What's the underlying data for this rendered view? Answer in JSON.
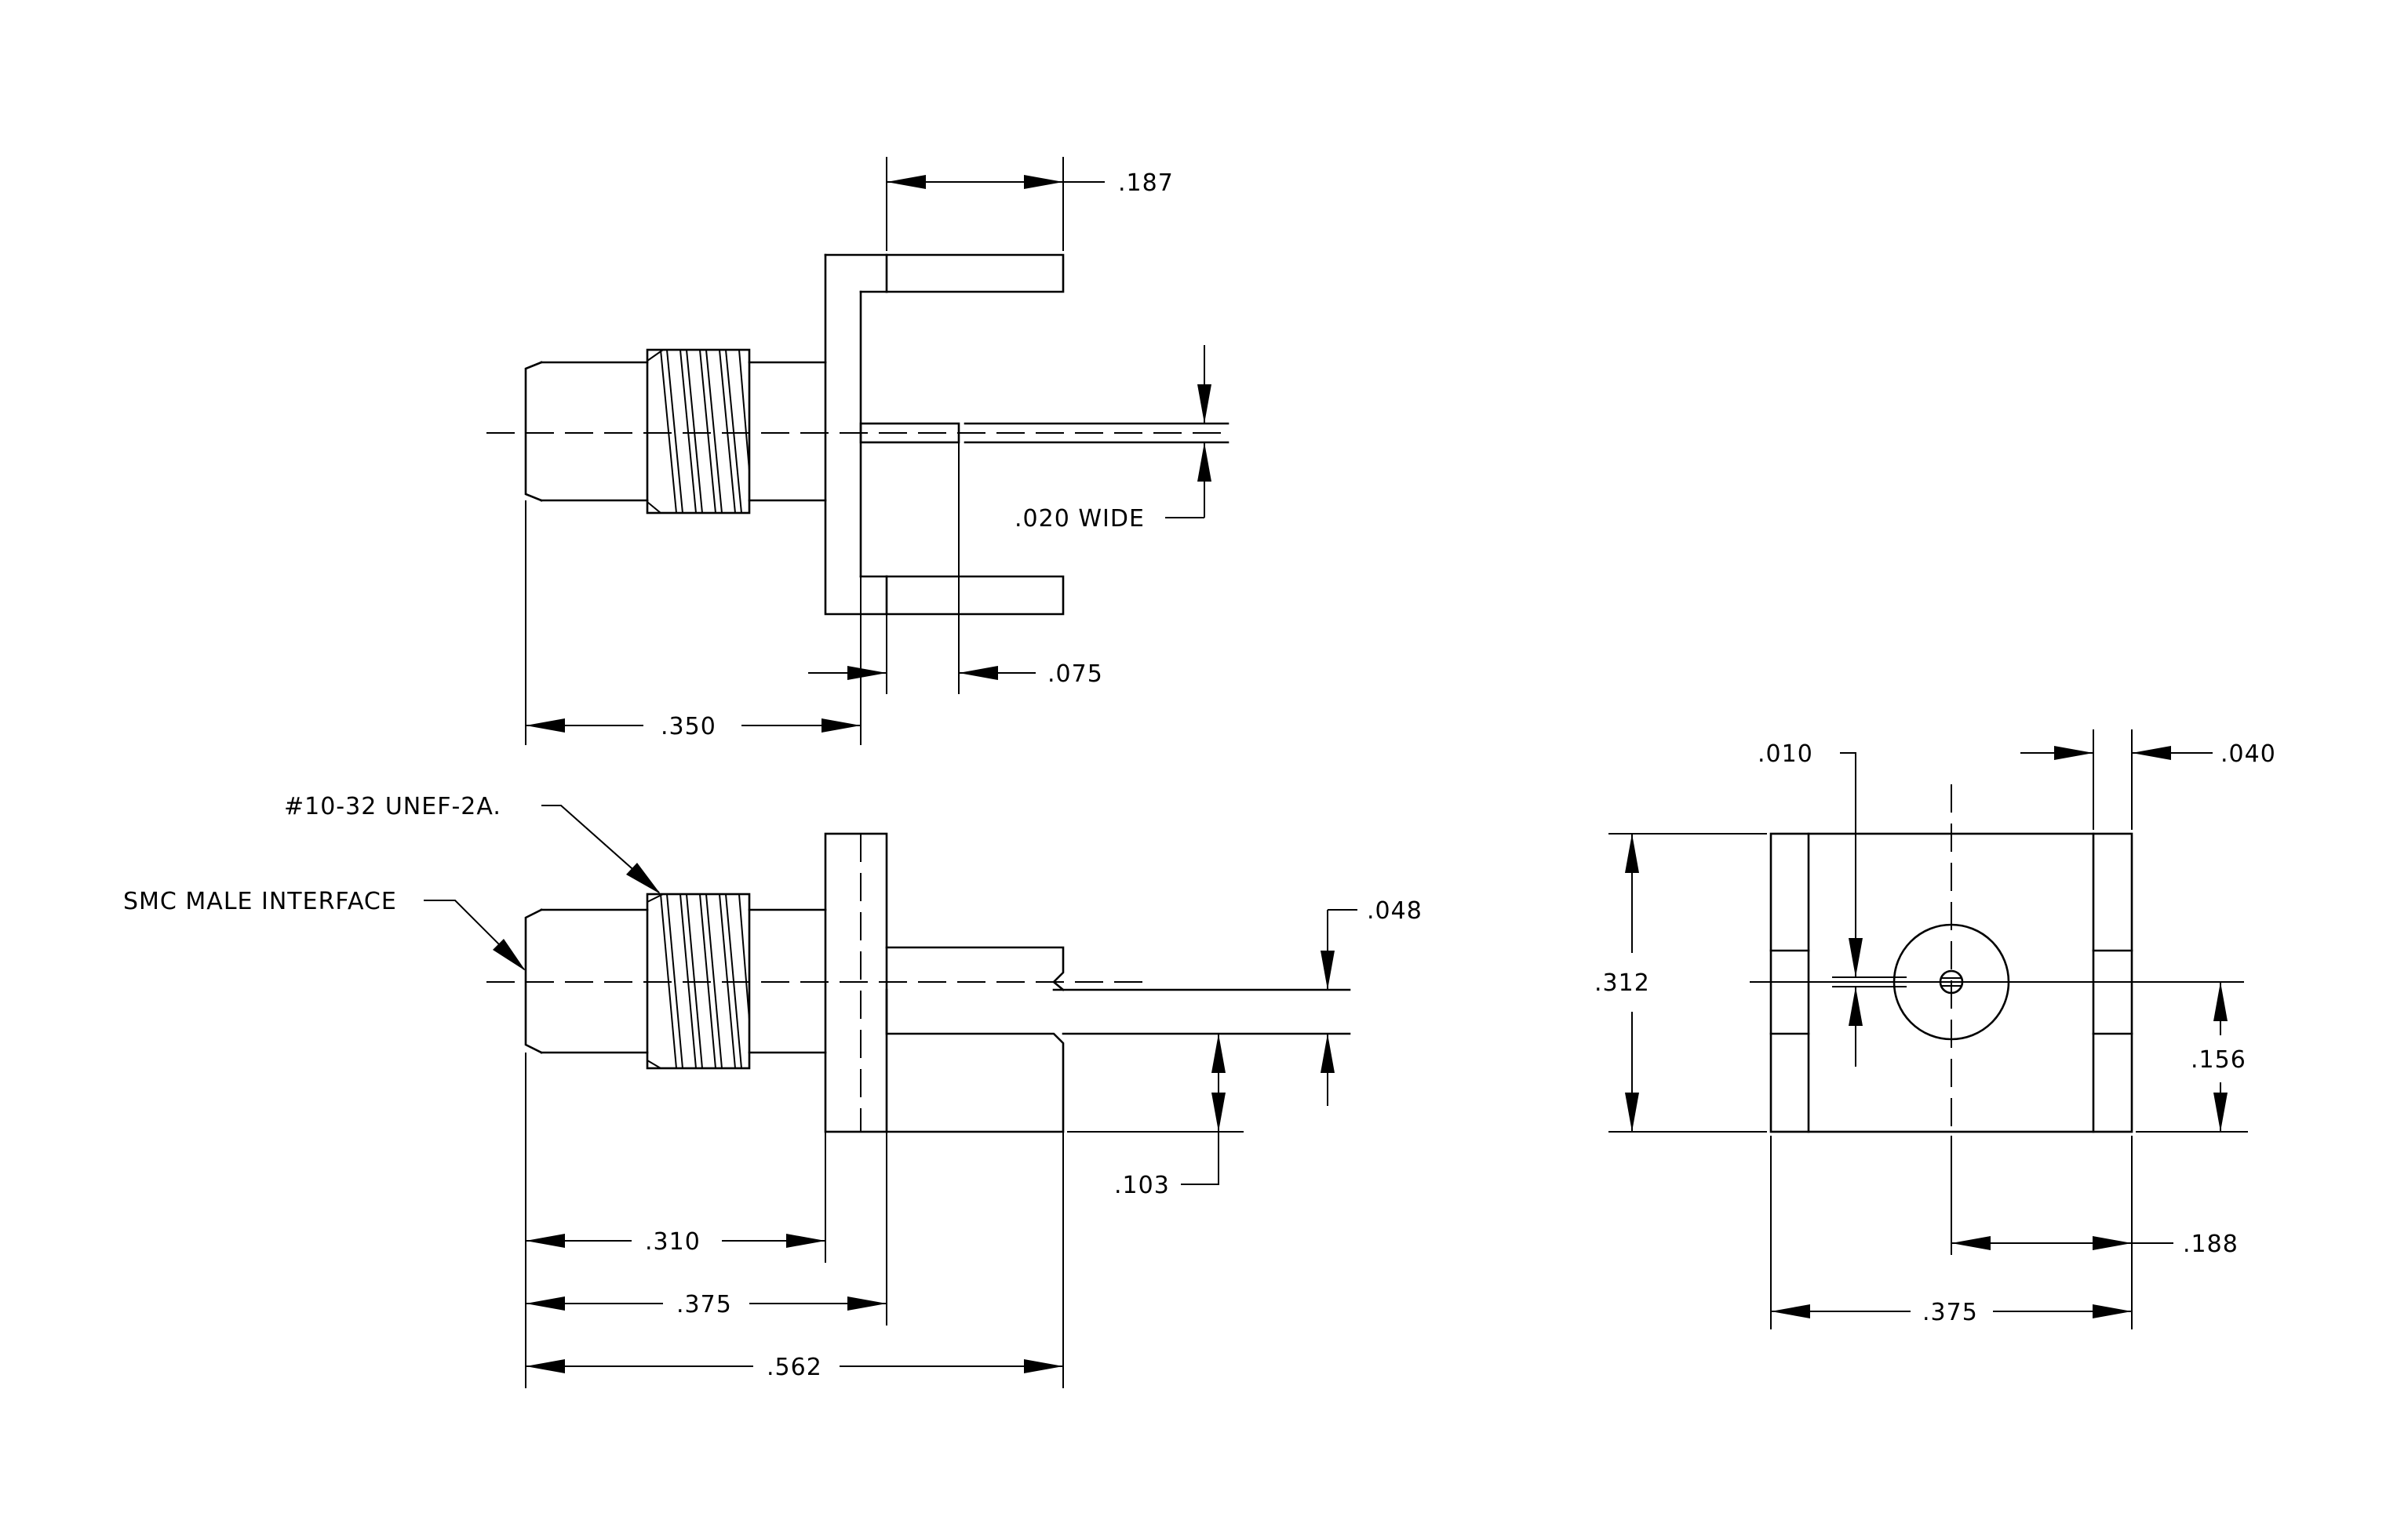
{
  "labels": {
    "dim_187": ".187",
    "dim_020_wide": ".020 WIDE",
    "dim_075": ".075",
    "dim_350": ".350",
    "thread_spec": "#10-32 UNEF-2A.",
    "interface": "SMC MALE INTERFACE",
    "dim_048": ".048",
    "dim_103": ".103",
    "dim_310": ".310",
    "dim_375_side": ".375",
    "dim_562": ".562",
    "dim_010": ".010",
    "dim_040": ".040",
    "dim_312": ".312",
    "dim_156": ".156",
    "dim_188": ".188",
    "dim_375_end": ".375"
  },
  "colors": {
    "line": "#000000",
    "background": "#ffffff"
  }
}
